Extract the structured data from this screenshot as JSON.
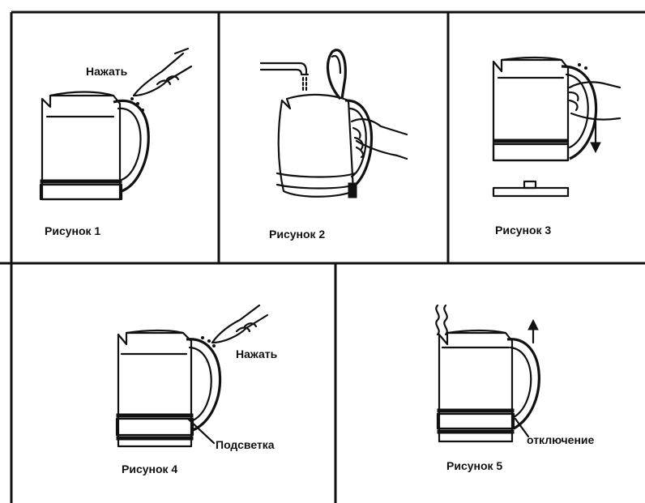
{
  "figures": [
    {
      "caption": "Рисунок 1",
      "annotations": [
        "Нажать"
      ]
    },
    {
      "caption": "Рисунок 2",
      "annotations": []
    },
    {
      "caption": "Рисунок 3",
      "annotations": []
    },
    {
      "caption": "Рисунок 4",
      "annotations": [
        "Нажать",
        "Подсветка"
      ]
    },
    {
      "caption": "Рисунок 5",
      "annotations": [
        "отключение"
      ]
    }
  ]
}
